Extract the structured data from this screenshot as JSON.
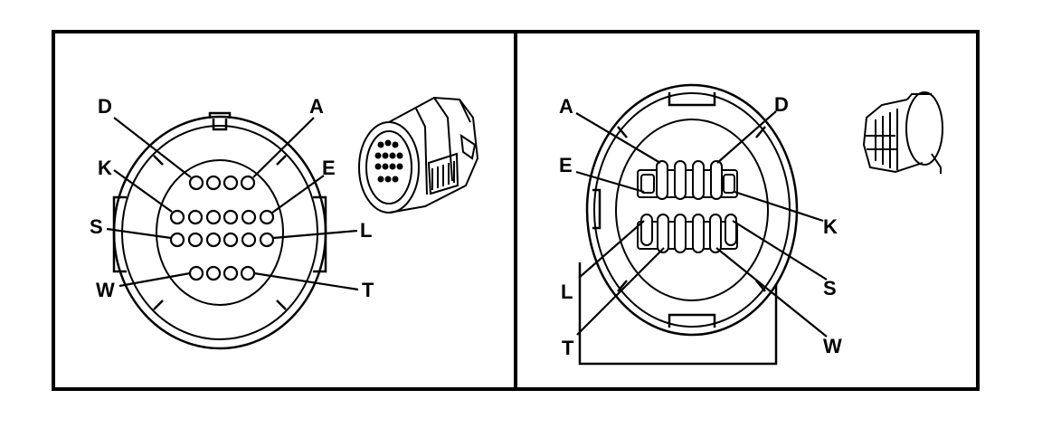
{
  "colors": {
    "line": "#000000",
    "background": "#ffffff"
  },
  "left_panel": {
    "labels": {
      "D": "D",
      "A": "A",
      "K": "K",
      "E": "E",
      "S": "S",
      "L": "L",
      "W": "W",
      "T": "T"
    }
  },
  "right_panel": {
    "labels": {
      "A": "A",
      "D": "D",
      "E": "E",
      "K": "K",
      "L": "L",
      "S": "S",
      "T": "T",
      "W": "W"
    }
  }
}
